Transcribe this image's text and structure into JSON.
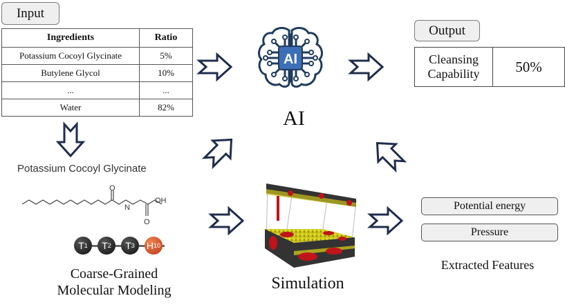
{
  "input": {
    "label": "Input",
    "table": {
      "headers": [
        "Ingredients",
        "Ratio"
      ],
      "rows": [
        {
          "ingredient": "Potassium Cocoyl Glycinate",
          "ratio": "5%"
        },
        {
          "ingredient": "Butylene Glycol",
          "ratio": "10%"
        },
        {
          "ingredient": "...",
          "ratio": "..."
        },
        {
          "ingredient": "Water",
          "ratio": "82%"
        }
      ]
    }
  },
  "ai": {
    "label": "AI",
    "icon_text": "AI",
    "accent": "#3d6fb6",
    "outline": "#1f3b5e"
  },
  "output": {
    "label": "Output",
    "key_line1": "Cleansing",
    "key_line2": "Capability",
    "value": "50%"
  },
  "molecule": {
    "name": "Potassium Cocoyl Glycinate",
    "atoms": {
      "o_top": "O",
      "n": "N",
      "oh": "OH",
      "o_bottom": "O"
    }
  },
  "cg": {
    "beads": [
      {
        "letter": "T",
        "sub": "1",
        "color": "#1a1a1a"
      },
      {
        "letter": "T",
        "sub": "2",
        "color": "#1a1a1a"
      },
      {
        "letter": "T",
        "sub": "3",
        "color": "#1a1a1a"
      },
      {
        "letter": "H",
        "sub": "10",
        "color": "#c8461f"
      }
    ],
    "label_line1": "Coarse-Grained",
    "label_line2": "Molecular Modeling"
  },
  "simulation": {
    "label": "Simulation"
  },
  "features": {
    "items": [
      "Potential energy",
      "Pressure"
    ],
    "label": "Extracted Features"
  },
  "colors": {
    "arrow": "#1f2d4d",
    "pill_bg": "#efefef"
  }
}
